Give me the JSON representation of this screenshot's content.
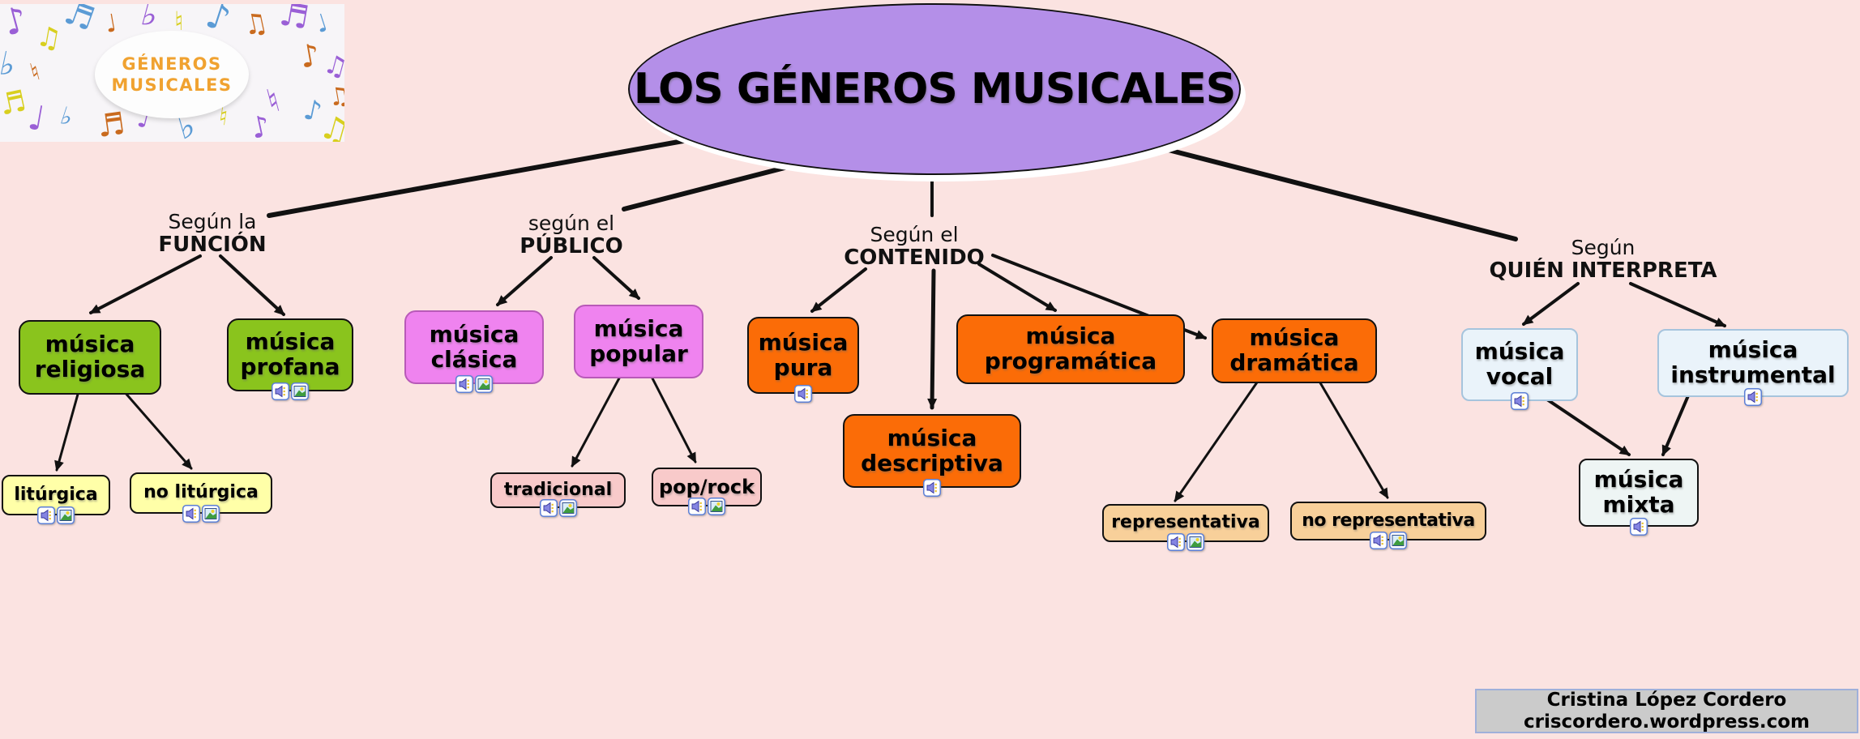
{
  "title": "LOS GÉNEROS MUSICALES",
  "logo": {
    "line1": "GÉNEROS",
    "line2": "MUSICALES",
    "glyphs": [
      "♪",
      "♫",
      "♬",
      "♩",
      "♭",
      "♮"
    ]
  },
  "branches": {
    "funcion": {
      "line1": "Según la",
      "line2": "FUNCIÓN"
    },
    "publico": {
      "line1": "según el",
      "line2": "PÚBLICO"
    },
    "contenido": {
      "line1": "Según el",
      "line2": "CONTENIDO"
    },
    "interpreta": {
      "line1": "Según",
      "line2": "QUIÉN INTERPRETA"
    }
  },
  "nodes": {
    "religiosa": {
      "label": "música\nreligiosa"
    },
    "profana": {
      "label": "música\nprofana"
    },
    "clasica": {
      "label": "música\nclásica"
    },
    "popular": {
      "label": "música\npopular"
    },
    "pura": {
      "label": "música\npura"
    },
    "programatica": {
      "label": "música\nprogramática"
    },
    "dramatica": {
      "label": "música\ndramática"
    },
    "descriptiva": {
      "label": "música\ndescriptiva"
    },
    "liturgica": {
      "label": "litúrgica"
    },
    "no_liturgica": {
      "label": "no litúrgica"
    },
    "tradicional": {
      "label": "tradicional"
    },
    "poprock": {
      "label": "pop/rock"
    },
    "representativa": {
      "label": "representativa"
    },
    "no_representativa": {
      "label": "no representativa"
    },
    "vocal": {
      "label": "música\nvocal"
    },
    "instrumental": {
      "label": "música\ninstrumental"
    },
    "mixta": {
      "label": "música\nmixta"
    }
  },
  "icons": {
    "audio": "audio-resource-icon",
    "image": "image-resource-icon"
  },
  "credit": {
    "line1": "Cristina López Cordero",
    "line2": "criscordero.wordpress.com"
  },
  "colors": {
    "background": "#fbe3e1",
    "ellipse": "#b48fe8",
    "green": "#8ac41d",
    "violet": "#ef83ef",
    "orange": "#fb6c07",
    "yellow": "#ffffa8",
    "light_pink": "#f8caca",
    "light_orange": "#f8d09a",
    "light_blue": "#eaf3fa",
    "line": "#111111"
  }
}
